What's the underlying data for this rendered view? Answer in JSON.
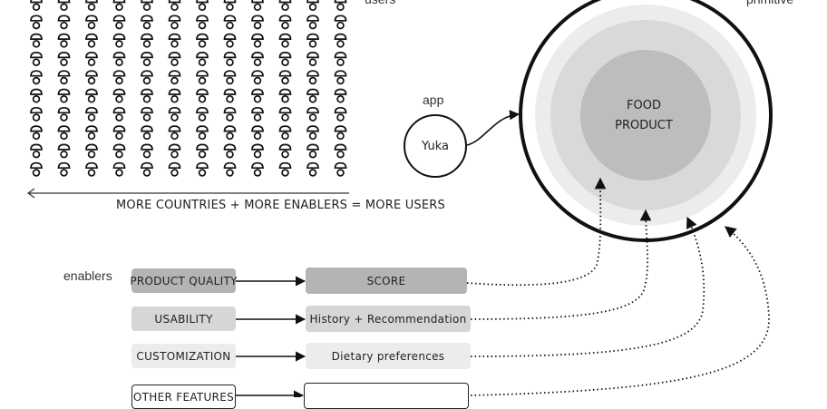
{
  "labels": {
    "users": "users",
    "primitive": "primitive",
    "app": "app",
    "app_name": "Yuka",
    "food_product_line1": "FOOD",
    "food_product_line2": "PRODUCT",
    "caption": "MORE COUNTRIES + MORE ENABLERS = MORE USERS",
    "enablers": "enablers"
  },
  "enablers": [
    {
      "label": "PRODUCT QUALITY",
      "fill": "#b4b4b4"
    },
    {
      "label": "USABILITY",
      "fill": "#d6d6d6"
    },
    {
      "label": "CUSTOMIZATION",
      "fill": "#ececec"
    },
    {
      "label": "OTHER FEATURES",
      "fill": "#ffffff"
    }
  ],
  "features": [
    {
      "label": "SCORE",
      "fill": "#b4b4b4"
    },
    {
      "label": "History + Recommendation",
      "fill": "#d6d6d6"
    },
    {
      "label": "Dietary preferences",
      "fill": "#ececec"
    },
    {
      "label": "",
      "fill": "#ffffff"
    }
  ],
  "rings": {
    "outer": "#ffffff",
    "ring1": "#ececec",
    "ring2": "#d9d9d9",
    "core": "#bdbdbd"
  },
  "icons": {
    "person": "person-icon",
    "arrow": "arrow-icon"
  }
}
